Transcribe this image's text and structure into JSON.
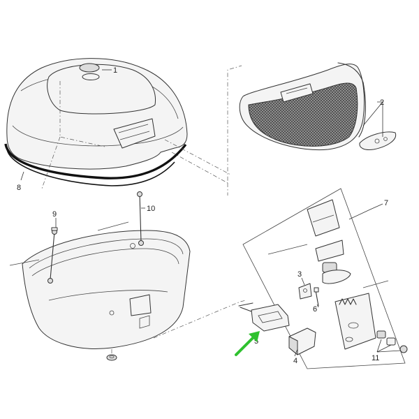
{
  "callouts": {
    "c1": "1",
    "c2": "2",
    "c3": "3",
    "c4": "4",
    "c5": "5",
    "c6": "6",
    "c7": "7",
    "c8": "8",
    "c9": "9",
    "c10": "10",
    "c11": "11"
  },
  "colors": {
    "line": "#333333",
    "mesh": "#555555",
    "arrow": "#2fc12f"
  }
}
